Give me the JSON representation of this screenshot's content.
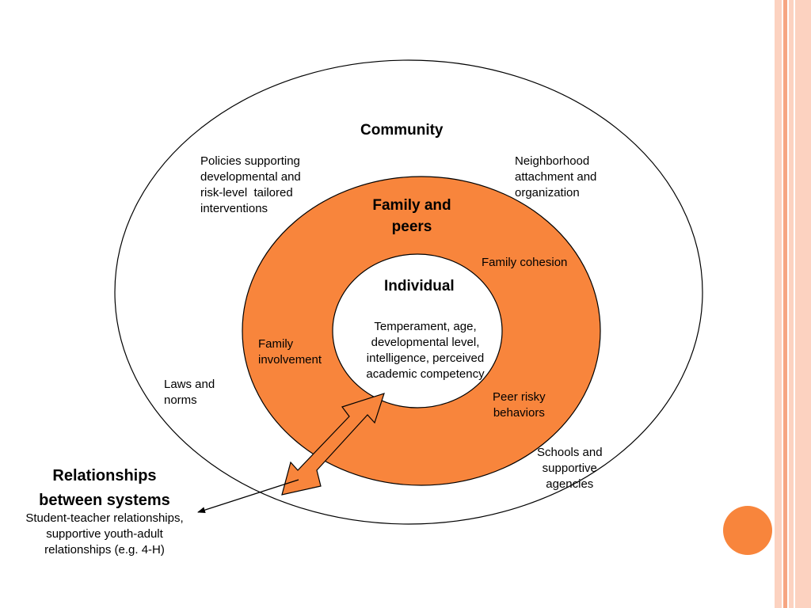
{
  "diagram": {
    "colors": {
      "accent": "#F8853C",
      "stripe_light": "#FCD2C0",
      "stripe_mid": "#F6A582",
      "outline": "#000000"
    },
    "community": {
      "title": "Community",
      "policies": "Policies supporting\ndevelopmental and\nrisk-level  tailored\ninterventions",
      "neighborhood": "Neighborhood\nattachment and\norganization",
      "laws": "Laws and\nnorms",
      "schools": "Schools and\nsupportive\nagencies"
    },
    "family": {
      "title": "Family and\npeers",
      "cohesion": "Family cohesion",
      "involvement": "Family\ninvolvement",
      "peer_risky": "Peer risky\nbehaviors"
    },
    "individual": {
      "title": "Individual",
      "traits": "Temperament, age,\ndevelopmental level,\nintelligence, perceived\nacademic competency"
    },
    "relationships": {
      "title": "Relationships\nbetween systems",
      "examples": "Student-teacher relationships,\nsupportive youth-adult\nrelationships (e.g. 4-H)"
    }
  }
}
